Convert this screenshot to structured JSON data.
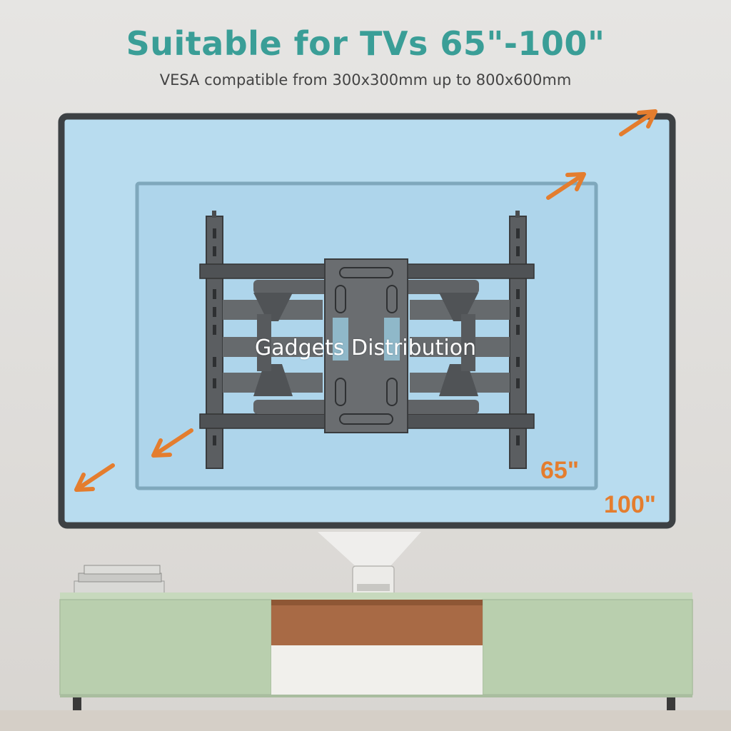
{
  "header": {
    "title": "Suitable for TVs 65\"-100\"",
    "subtitle": "VESA compatible from 300x300mm up to 800x600mm"
  },
  "labels": {
    "size_small": "65\"",
    "size_large": "100\""
  },
  "watermark": "Gadgets Distribution",
  "colors": {
    "title": "#3a9e97",
    "accent_orange": "#e47d2e",
    "screen_fill": "#b7dbee",
    "frame": "#3d4144",
    "cabinet": "#b9cfae"
  }
}
